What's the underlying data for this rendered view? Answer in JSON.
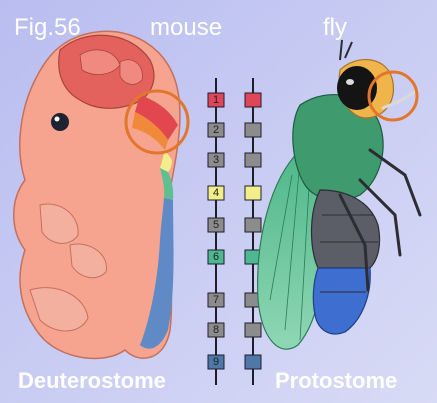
{
  "figure": {
    "fig_label": "Fig.56",
    "left_organism": "mouse",
    "right_organism": "fly",
    "left_group": "Deuterostome",
    "right_group": "Protostome"
  },
  "genes": [
    {
      "number": "1",
      "color": "#e0465a"
    },
    {
      "number": "2",
      "color": "#8c8c8c"
    },
    {
      "number": "3",
      "color": "#8c8c8c"
    },
    {
      "number": "4",
      "color": "#f2ee8a"
    },
    {
      "number": "5",
      "color": "#8c8c8c"
    },
    {
      "number": "6",
      "color": "#4fb892"
    },
    {
      "number": "7",
      "color": "#8c8c8c"
    },
    {
      "number": "8",
      "color": "#8c8c8c"
    },
    {
      "number": "9",
      "color": "#4f78a8"
    }
  ],
  "colors": {
    "background": "#c9cdf2",
    "highlight_circle": "#e2762a",
    "embryo": "#f6a48f",
    "fly_thorax": "#3f9a6e",
    "fly_abdomen": "#3d6ed0"
  }
}
